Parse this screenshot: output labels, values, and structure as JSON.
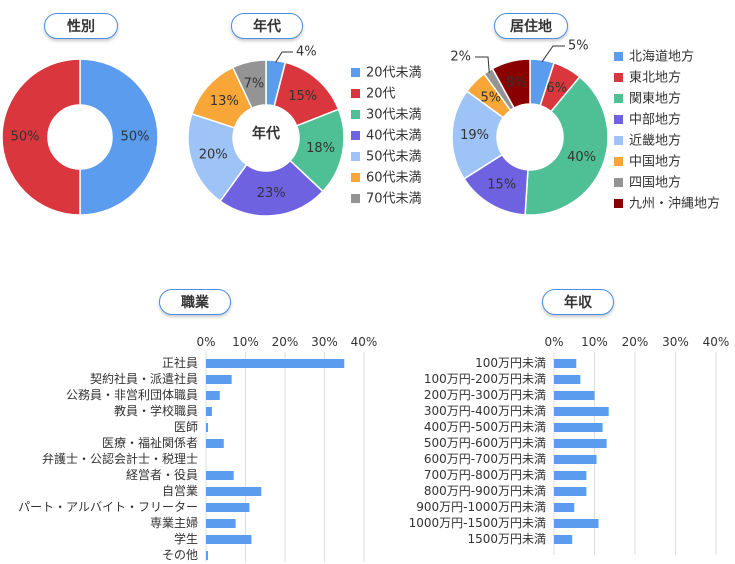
{
  "colors": {
    "blue": "#5b9cef",
    "red": "#d9363e",
    "teal": "#4fc095",
    "purple": "#6e62e0",
    "lightblue": "#9ec3f7",
    "orange": "#f7a637",
    "gray": "#949494",
    "darkred": "#8a0000",
    "bar": "#5b9cef",
    "grid": "#dddddd",
    "pillBorder": "#4a90e2"
  },
  "chart_data": [
    {
      "type": "pie",
      "title": "性別",
      "slices": [
        {
          "value": 50,
          "label": "50%",
          "color": "blue"
        },
        {
          "value": 50,
          "label": "50%",
          "color": "red"
        }
      ]
    },
    {
      "type": "pie",
      "title": "年代",
      "center_label": "年代",
      "legend": "right",
      "slices": [
        {
          "name": "20代未満",
          "value": 4,
          "label": "4%",
          "color": "blue"
        },
        {
          "name": "20代",
          "value": 15,
          "label": "15%",
          "color": "red"
        },
        {
          "name": "30代未満",
          "value": 18,
          "label": "18%",
          "color": "teal"
        },
        {
          "name": "40代未満",
          "value": 23,
          "label": "23%",
          "color": "purple"
        },
        {
          "name": "50代未満",
          "value": 20,
          "label": "20%",
          "color": "lightblue"
        },
        {
          "name": "60代未満",
          "value": 13,
          "label": "13%",
          "color": "orange"
        },
        {
          "name": "70代未満",
          "value": 7,
          "label": "7%",
          "color": "gray"
        }
      ]
    },
    {
      "type": "pie",
      "title": "居住地",
      "legend": "right",
      "slices": [
        {
          "name": "北海道地方",
          "value": 5,
          "label": "5%",
          "color": "blue"
        },
        {
          "name": "東北地方",
          "value": 6,
          "label": "6%",
          "color": "red"
        },
        {
          "name": "関東地方",
          "value": 40,
          "label": "40%",
          "color": "teal"
        },
        {
          "name": "中部地方",
          "value": 15,
          "label": "15%",
          "color": "purple"
        },
        {
          "name": "近畿地方",
          "value": 19,
          "label": "19%",
          "color": "lightblue"
        },
        {
          "name": "中国地方",
          "value": 5,
          "label": "5%",
          "color": "orange"
        },
        {
          "name": "四国地方",
          "value": 2,
          "label": "2%",
          "color": "gray"
        },
        {
          "name": "九州・沖縄地方",
          "value": 8,
          "label": "8%",
          "color": "darkred"
        }
      ]
    },
    {
      "type": "bar",
      "orientation": "horizontal",
      "title": "職業",
      "ticks": [
        "0%",
        "10%",
        "20%",
        "30%",
        "40%"
      ],
      "xlim": [
        0,
        40
      ],
      "grid": true,
      "categories": [
        "正社員",
        "契約社員・派遣社員",
        "公務員・非営利団体職員",
        "教員・学校職員",
        "医師",
        "医療・福祉関係者",
        "弁護士・公認会計士・税理士",
        "経営者・役員",
        "自営業",
        "パート・アルバイト・フリーター",
        "専業主婦",
        "学生",
        "その他"
      ],
      "values": [
        35,
        6.5,
        3.5,
        1.5,
        0.5,
        4.5,
        0,
        7,
        14,
        11,
        7.5,
        11.5,
        0.5
      ]
    },
    {
      "type": "bar",
      "orientation": "horizontal",
      "title": "年収",
      "ticks": [
        "0%",
        "10%",
        "20%",
        "30%",
        "40%"
      ],
      "xlim": [
        0,
        40
      ],
      "grid": true,
      "categories": [
        "100万円未満",
        "100万円-200万円未満",
        "200万円-300万円未満",
        "300万円-400万円未満",
        "400万円-500万円未満",
        "500万円-600万円未満",
        "600万円-700万円未満",
        "700万円-800万円未満",
        "800万円-900万円未満",
        "900万円-1000万円未満",
        "1000万円-1500万円未満",
        "1500万円未満"
      ],
      "values": [
        5.5,
        6.5,
        10,
        13.5,
        12,
        13,
        10.5,
        8,
        8,
        5,
        11,
        4.5
      ]
    }
  ]
}
